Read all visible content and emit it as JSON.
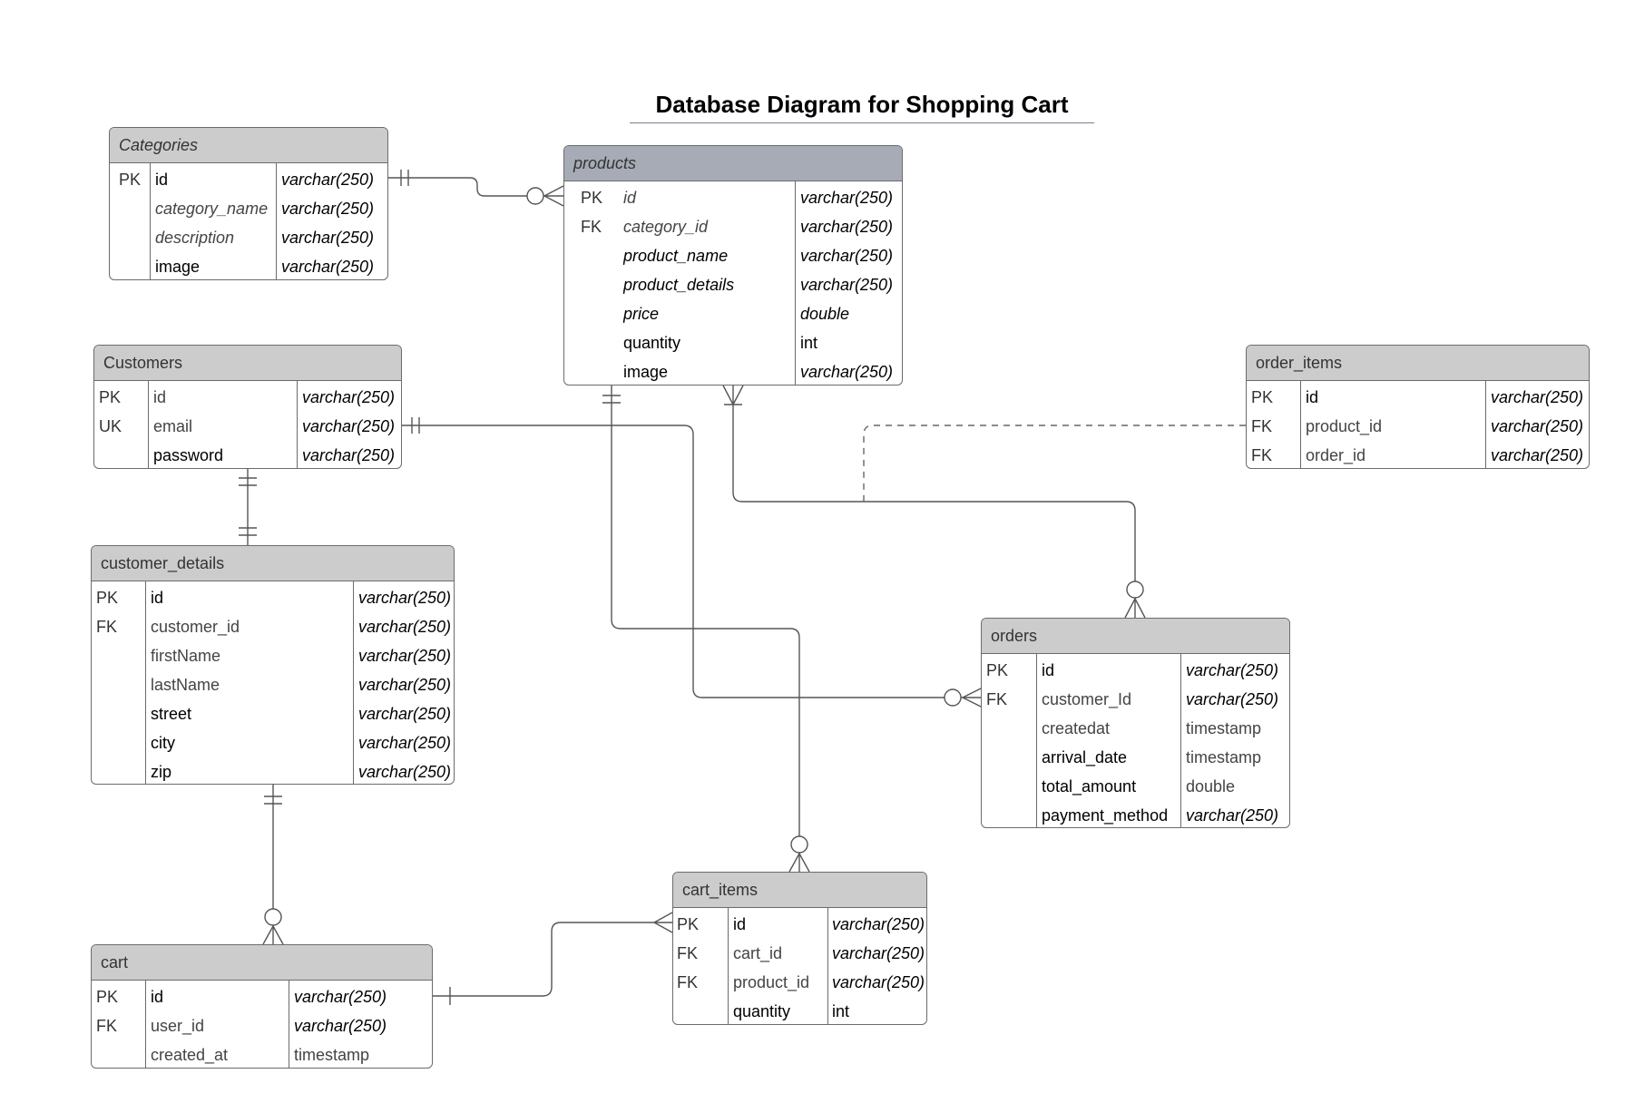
{
  "title": "Database Diagram for Shopping Cart",
  "colors": {
    "header": "#cccccc",
    "header_dark": "#a6abb6",
    "border": "#6b6b6b",
    "line": "#555555"
  },
  "tables": [
    {
      "name": "Categories",
      "rows": [
        {
          "key": "PK",
          "field": "id",
          "type": "varchar(250)"
        },
        {
          "key": "",
          "field": "category_name",
          "type": "varchar(250)"
        },
        {
          "key": "",
          "field": "description",
          "type": "varchar(250)"
        },
        {
          "key": "",
          "field": "image",
          "type": "varchar(250)"
        }
      ]
    },
    {
      "name": "products",
      "rows": [
        {
          "key": "PK",
          "field": "id",
          "type": "varchar(250)"
        },
        {
          "key": "FK",
          "field": "category_id",
          "type": "varchar(250)"
        },
        {
          "key": "",
          "field": "product_name",
          "type": "varchar(250)"
        },
        {
          "key": "",
          "field": "product_details",
          "type": "varchar(250)"
        },
        {
          "key": "",
          "field": "price",
          "type": "double"
        },
        {
          "key": "",
          "field": "quantity",
          "type": "int"
        },
        {
          "key": "",
          "field": "image",
          "type": "varchar(250)"
        }
      ]
    },
    {
      "name": "Customers",
      "rows": [
        {
          "key": "PK",
          "field": "id",
          "type": "varchar(250)"
        },
        {
          "key": "UK",
          "field": "email",
          "type": "varchar(250)"
        },
        {
          "key": "",
          "field": "password",
          "type": "varchar(250)"
        }
      ]
    },
    {
      "name": "order_items",
      "rows": [
        {
          "key": "PK",
          "field": "id",
          "type": "varchar(250)"
        },
        {
          "key": "FK",
          "field": "product_id",
          "type": "varchar(250)"
        },
        {
          "key": "FK",
          "field": "order_id",
          "type": "varchar(250)"
        }
      ]
    },
    {
      "name": "customer_details",
      "rows": [
        {
          "key": "PK",
          "field": "id",
          "type": "varchar(250)"
        },
        {
          "key": "FK",
          "field": "customer_id",
          "type": "varchar(250)"
        },
        {
          "key": "",
          "field": "firstName",
          "type": "varchar(250)"
        },
        {
          "key": "",
          "field": "lastName",
          "type": "varchar(250)"
        },
        {
          "key": "",
          "field": "street",
          "type": "varchar(250)"
        },
        {
          "key": "",
          "field": "city",
          "type": "varchar(250)"
        },
        {
          "key": "",
          "field": "zip",
          "type": "varchar(250)"
        }
      ]
    },
    {
      "name": "orders",
      "rows": [
        {
          "key": "PK",
          "field": "id",
          "type": "varchar(250)"
        },
        {
          "key": "FK",
          "field": "customer_Id",
          "type": "varchar(250)"
        },
        {
          "key": "",
          "field": "createdat",
          "type": "timestamp"
        },
        {
          "key": "",
          "field": "arrival_date",
          "type": "timestamp"
        },
        {
          "key": "",
          "field": "total_amount",
          "type": "double"
        },
        {
          "key": "",
          "field": "payment_method",
          "type": "varchar(250)"
        }
      ]
    },
    {
      "name": "cart_items",
      "rows": [
        {
          "key": "PK",
          "field": "id",
          "type": "varchar(250)"
        },
        {
          "key": "FK",
          "field": "cart_id",
          "type": "varchar(250)"
        },
        {
          "key": "FK",
          "field": "product_id",
          "type": "varchar(250)"
        },
        {
          "key": "",
          "field": "quantity",
          "type": "int"
        }
      ]
    },
    {
      "name": "cart",
      "rows": [
        {
          "key": "PK",
          "field": "id",
          "type": "varchar(250)"
        },
        {
          "key": "FK",
          "field": "user_id",
          "type": "varchar(250)"
        },
        {
          "key": "",
          "field": "created_at",
          "type": "timestamp"
        }
      ]
    }
  ]
}
